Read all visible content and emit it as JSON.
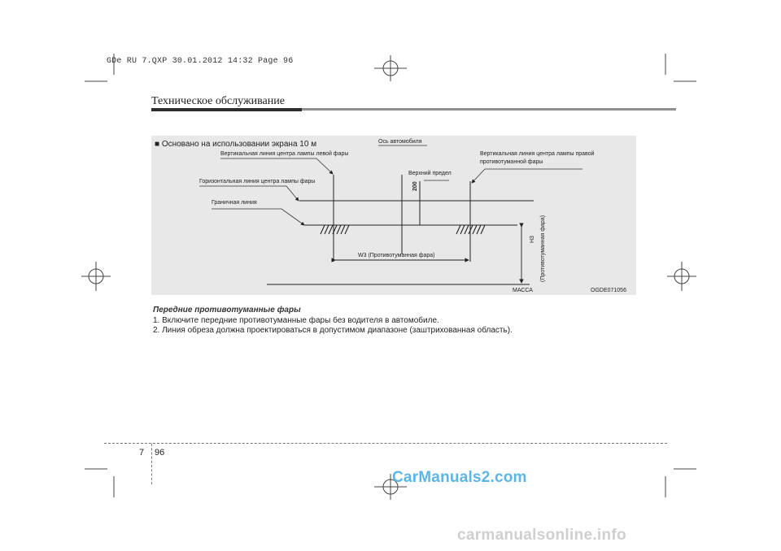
{
  "print_slug": "GDe RU 7.QXP  30.01.2012  14:32  Page 96",
  "section_title": "Техническое обслуживание",
  "figure": {
    "heading": "■ Основано на использовании экрана 10 м",
    "labels": {
      "vehicle_axis": "Ось автомобиля",
      "left_vertical": "Вертикальная линия центра лампы левой фары",
      "right_vertical_1": "Вертикальная линия центра лампы правой",
      "right_vertical_2": "противотуманной фары",
      "horizontal_center": "Горизонтальная линия центра лампы фары",
      "upper_limit": "Верхний предел",
      "value_200": "200",
      "boundary_line": "Граничная линия",
      "w3": "W3 (Противотуманная фара)",
      "h3": "H3",
      "h3_sub": "(Противотуманная фара)",
      "mass": "МАССА",
      "figure_code": "OGDE071056"
    }
  },
  "caption": {
    "title": "Передние противотуманные фары",
    "step1": "1. Включите передние противотуманные фары без водителя в автомобиле.",
    "step2": "2. Линия обреза должна проектироваться в допустимом диапазоне (заштрихованная область)."
  },
  "footer": {
    "chapter": "7",
    "page": "96"
  },
  "watermarks": {
    "primary": "CarManuals2.com",
    "secondary": "carmanualsonline.info"
  }
}
